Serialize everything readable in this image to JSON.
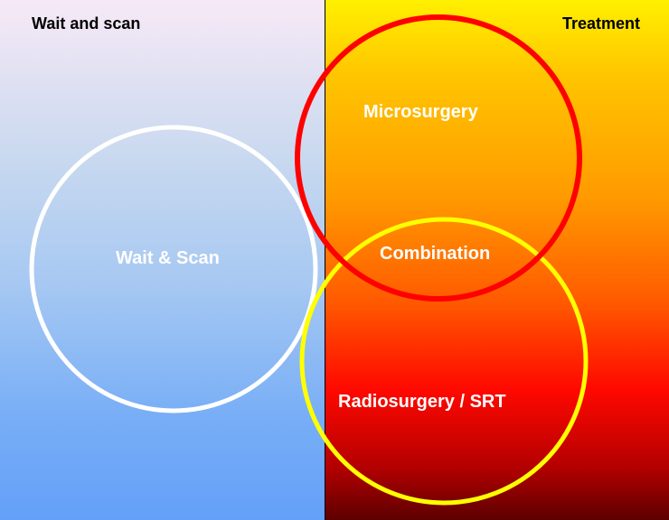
{
  "header": {
    "left_title": "Wait and scan",
    "right_title": "Treatment"
  },
  "regions": {
    "wait_scan": "Wait & Scan",
    "microsurgery": "Microsurgery",
    "combination": "Combination",
    "radiosurgery": "Radiosurgery / SRT"
  },
  "colors": {
    "wait_circle": "#ffffff",
    "microsurgery_circle": "#ff0000",
    "radiosurgery_circle": "#ffff00",
    "divider": "#000000"
  }
}
